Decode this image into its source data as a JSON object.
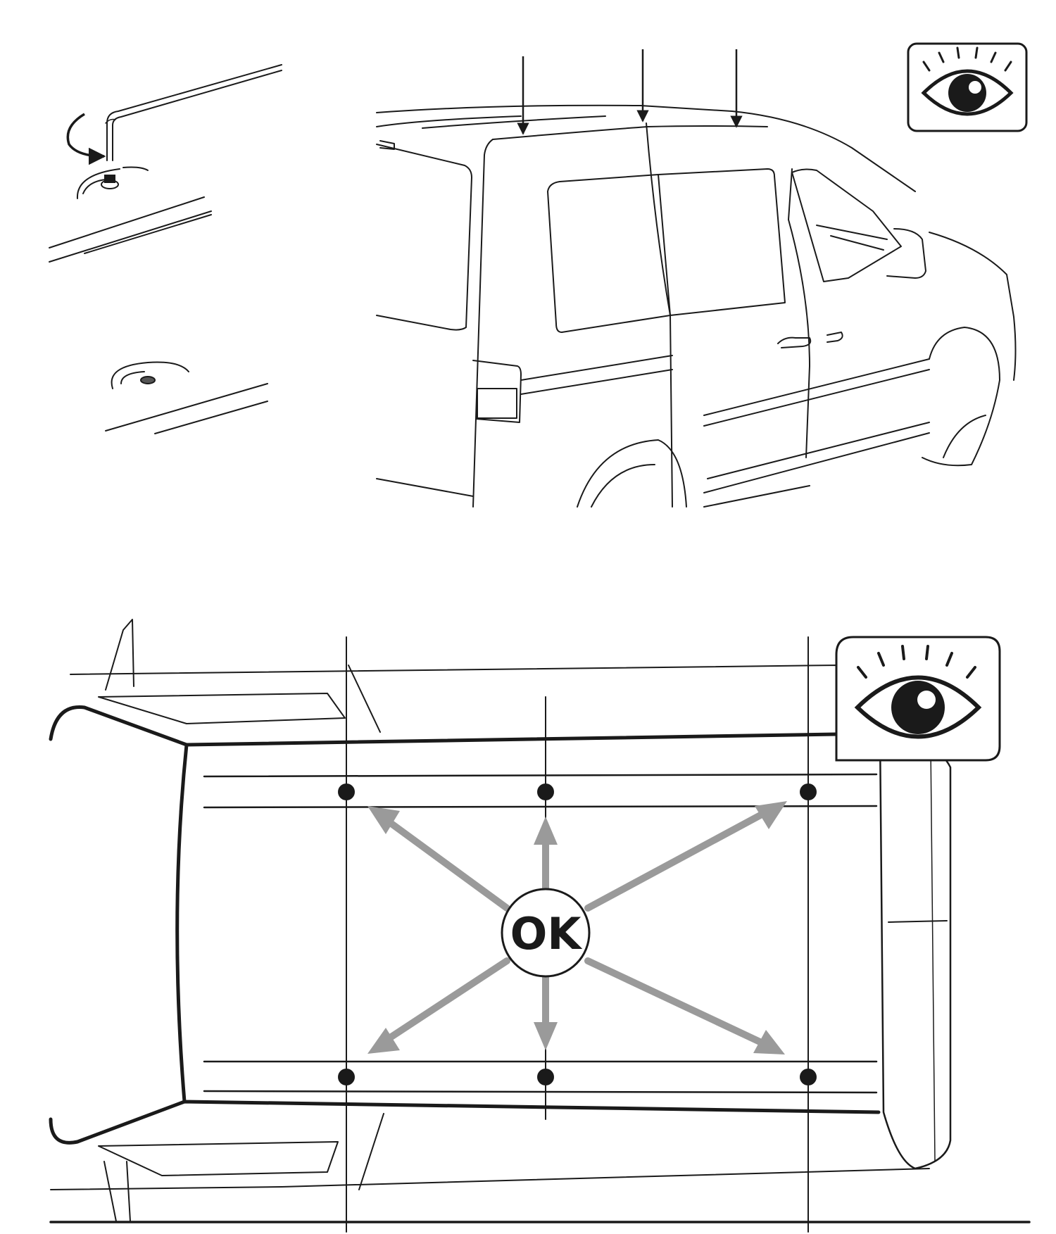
{
  "badge": {
    "text": "OK"
  },
  "icons": {
    "top_eye": "eye-icon",
    "bottom_eye": "eye-icon",
    "rotate_arrow": "rotate-arrow-icon"
  },
  "colors": {
    "line": "#1a1a1a",
    "arrow_gray": "#9a9a9a",
    "dot": "#1a1a1a",
    "background": "#ffffff"
  },
  "mount_points": {
    "side_view_count": 3,
    "top_view_rows": 2,
    "top_view_columns": 3
  }
}
